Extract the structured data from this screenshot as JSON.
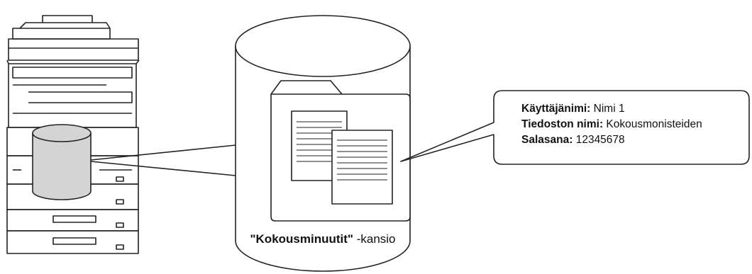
{
  "callout": {
    "user_label": "Käyttäjänimi:",
    "user_value": "Nimi 1",
    "file_label": "Tiedoston nimi:",
    "file_value": "Kokousmonisteiden",
    "password_label": "Salasana:",
    "password_value": "12345678"
  },
  "folder": {
    "name": "\"Kokousminuutit\"",
    "suffix": "-kansio"
  }
}
